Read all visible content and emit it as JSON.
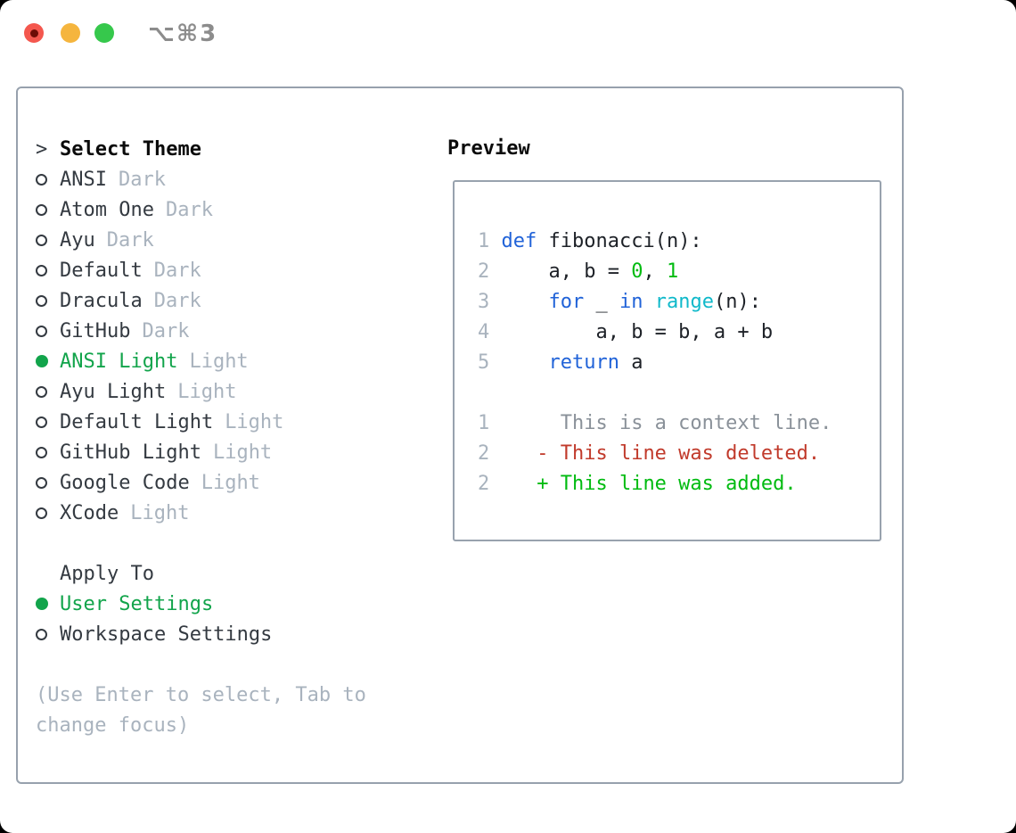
{
  "window": {
    "title": "⌥⌘3"
  },
  "colors": {
    "panel-border": "#97a1ad",
    "box-border": "#98a2ae",
    "text-dark": "#343a41",
    "text-bold": "#0b0b0b",
    "muted": "#a9b3be",
    "selected-green": "#12a44b",
    "bright-green": "#00bb10",
    "deleted-red": "#c13a2b",
    "keyword-blue": "#2163d8",
    "function-cyan": "#10b9ca",
    "context-gray": "#8a9199",
    "line-number": "#a9b3be",
    "code-dark": "#1d2127",
    "title-gray": "#8c8c8c",
    "traffic-red": "#f4574e",
    "traffic-red-dot": "#6d0c06",
    "traffic-yellow": "#f5b53e",
    "traffic-green": "#36c84c"
  },
  "theme_list": {
    "cursor": ">",
    "header": "Select Theme",
    "items": [
      {
        "name": "ANSI",
        "variant": "Dark",
        "selected": false
      },
      {
        "name": "Atom One",
        "variant": "Dark",
        "selected": false
      },
      {
        "name": "Ayu",
        "variant": "Dark",
        "selected": false
      },
      {
        "name": "Default",
        "variant": "Dark",
        "selected": false
      },
      {
        "name": "Dracula",
        "variant": "Dark",
        "selected": false
      },
      {
        "name": "GitHub",
        "variant": "Dark",
        "selected": false
      },
      {
        "name": "ANSI Light",
        "variant": "Light",
        "selected": true
      },
      {
        "name": "Ayu Light",
        "variant": "Light",
        "selected": false
      },
      {
        "name": "Default Light",
        "variant": "Light",
        "selected": false
      },
      {
        "name": "GitHub Light",
        "variant": "Light",
        "selected": false
      },
      {
        "name": "Google Code",
        "variant": "Light",
        "selected": false
      },
      {
        "name": "XCode",
        "variant": "Light",
        "selected": false
      }
    ]
  },
  "apply_to": {
    "header": "Apply To",
    "options": [
      {
        "label": "User Settings",
        "selected": true
      },
      {
        "label": "Workspace Settings",
        "selected": false
      }
    ]
  },
  "hint_lines": [
    "(Use Enter to select, Tab to",
    "change focus)"
  ],
  "preview": {
    "header": "Preview",
    "lines": [
      [
        {
          "t": " ",
          "c": "code"
        }
      ],
      [
        {
          "t": "1 ",
          "c": "num"
        },
        {
          "t": "def",
          "c": "kw"
        },
        {
          "t": " fibonacci(n):",
          "c": "code"
        }
      ],
      [
        {
          "t": "2 ",
          "c": "num"
        },
        {
          "t": "    a, b = ",
          "c": "code"
        },
        {
          "t": "0",
          "c": "lit"
        },
        {
          "t": ", ",
          "c": "code"
        },
        {
          "t": "1",
          "c": "lit"
        }
      ],
      [
        {
          "t": "3 ",
          "c": "num"
        },
        {
          "t": "    ",
          "c": "code"
        },
        {
          "t": "for",
          "c": "kw"
        },
        {
          "t": " _ ",
          "c": "code"
        },
        {
          "t": "in",
          "c": "kw"
        },
        {
          "t": " ",
          "c": "code"
        },
        {
          "t": "range",
          "c": "fn"
        },
        {
          "t": "(n):",
          "c": "code"
        }
      ],
      [
        {
          "t": "4 ",
          "c": "num"
        },
        {
          "t": "        a, b = b, a + b",
          "c": "code"
        }
      ],
      [
        {
          "t": "5 ",
          "c": "num"
        },
        {
          "t": "    ",
          "c": "code"
        },
        {
          "t": "return",
          "c": "kw"
        },
        {
          "t": " a",
          "c": "code"
        }
      ],
      [
        {
          "t": " ",
          "c": "code"
        }
      ],
      [
        {
          "t": "1 ",
          "c": "num"
        },
        {
          "t": "     This is a context line.",
          "c": "ctx"
        }
      ],
      [
        {
          "t": "2 ",
          "c": "num"
        },
        {
          "t": "   - This line was deleted.",
          "c": "del"
        }
      ],
      [
        {
          "t": "2 ",
          "c": "num"
        },
        {
          "t": "   + This line was added.",
          "c": "add"
        }
      ]
    ]
  }
}
